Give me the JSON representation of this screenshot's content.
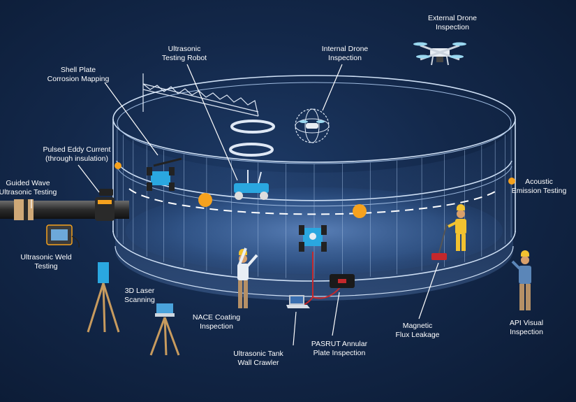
{
  "labels": {
    "external_drone": [
      "External Drone",
      "Inspection"
    ],
    "internal_drone": [
      "Internal Drone",
      "Inspection"
    ],
    "ut_robot": [
      "Ultrasonic",
      "Testing Robot"
    ],
    "shell_plate": [
      "Shell Plate",
      "Corrosion Mapping"
    ],
    "pulsed_eddy": [
      "Pulsed Eddy Current",
      "(through insulation)"
    ],
    "guided_wave": [
      "Guided Wave",
      "Ultrasonic Testing"
    ],
    "ut_weld": [
      "Ultrasonic Weld",
      "Testing"
    ],
    "laser_scan": [
      "3D Laser",
      "Scanning"
    ],
    "nace": [
      "NACE Coating",
      "Inspection"
    ],
    "crawler": [
      "Ultrasonic Tank",
      "Wall Crawler"
    ],
    "pasrut": [
      "PASRUT Annular",
      "Plate Inspection"
    ],
    "mfl": [
      "Magnetic",
      "Flux Leakage"
    ],
    "api_visual": [
      "API Visual",
      "Inspection"
    ],
    "acoustic": [
      "Acoustic",
      "Emission Testing"
    ]
  },
  "colors": {
    "background": "#13284a",
    "outline": "#cfe0f5",
    "tank_glow": "#5f87c2",
    "sensor_orange": "#f6a21e",
    "robot_cyan": "#2aa7e0",
    "worker_vest": "#f2c230",
    "cable_red": "#c4282c"
  },
  "icons": [
    "drone-icon",
    "robot-icon",
    "laser-scanner-icon",
    "laptop-icon",
    "worker-icon",
    "crawler-icon",
    "pipe-icon",
    "tripod-icon"
  ]
}
